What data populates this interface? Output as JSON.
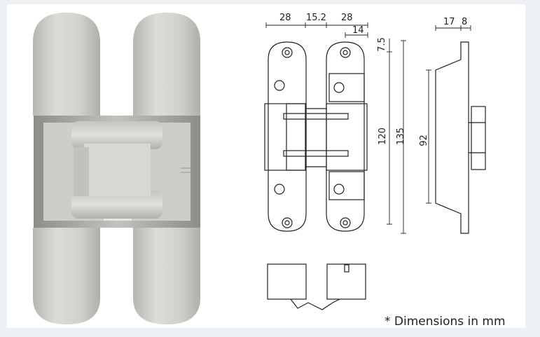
{
  "dimensions": {
    "leaf_width_left": "28",
    "knuckle_gap": "15.2",
    "leaf_width_right": "28",
    "half_right": "14",
    "top_offset": "7.5",
    "hole_spacing": "120",
    "overall_length": "135",
    "body_depth": "92",
    "side_depth": "17",
    "plate_thickness": "8"
  },
  "note": "* Dimensions in mm",
  "colors": {
    "background": "#ffffff",
    "photo_bg": "#edf1f6",
    "metal_light": "#d6d4cf",
    "metal_dark": "#a9a7a2",
    "line": "#222222"
  }
}
